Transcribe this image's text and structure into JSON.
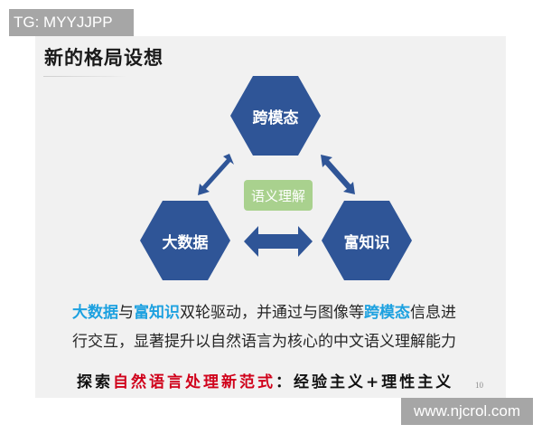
{
  "watermark_top": "TG: MYYJJPP",
  "watermark_bottom": "www.njcrol.com",
  "slide": {
    "title": "新的格局设想",
    "nodes": {
      "top": "跨模态",
      "left": "大数据",
      "right": "富知识",
      "center": "语义理解"
    },
    "body": {
      "line1_hl1": "大数据",
      "line1_t1": "与",
      "line1_hl2": "富知识",
      "line1_t2": "双轮驱动，并通过与图像等",
      "line1_hl3": "跨模态",
      "line1_t3": "信息进",
      "line2": "行交互，显著提升以自然语言为核心的中文语义理解能力"
    },
    "tagline": {
      "prefix": "探索",
      "red": "自然语言处理新范式",
      "suffix": "：经验主义+理性主义"
    },
    "page_number": "10"
  },
  "colors": {
    "hexagon": "#2f5597",
    "center_box": "#a9d18e",
    "highlight": "#1da1e0",
    "tagline_red": "#d0021b",
    "slide_bg": "#f1f1f1"
  }
}
